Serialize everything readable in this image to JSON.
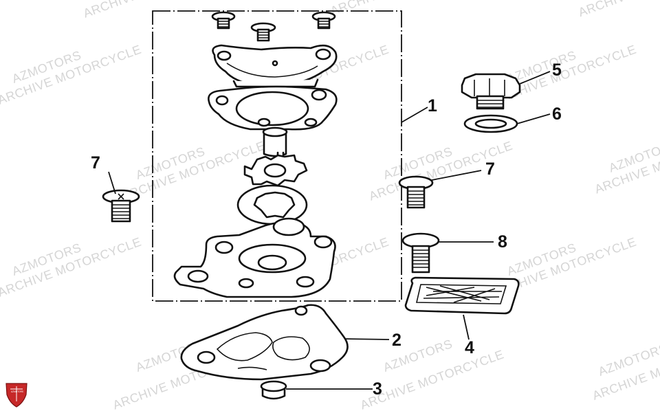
{
  "callouts": {
    "c1": "1",
    "c2": "2",
    "c3": "3",
    "c4": "4",
    "c5": "5",
    "c6": "6",
    "c7_left": "7",
    "c7_right": "7",
    "c8": "8"
  },
  "watermark": {
    "line1": "AZMOTORS",
    "line2": "ARCHIVE MOTORCYCLE",
    "partial": "ARCHIVE"
  },
  "logo": {
    "text": "AZMOTORS",
    "color": "#c62828"
  },
  "colors": {
    "line": "#111111",
    "watermark": "#c8c8c8",
    "background": "#ffffff"
  }
}
